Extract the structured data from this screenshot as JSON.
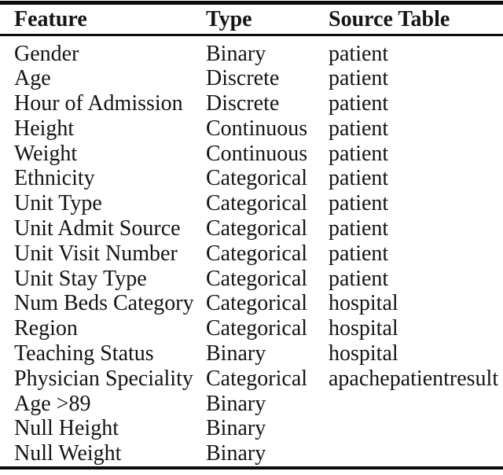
{
  "page": {
    "background": "#ffffff",
    "text_color": "#141414",
    "rule_color": "#0b0b0b"
  },
  "table": {
    "columns": [
      "Feature",
      "Type",
      "Source Table"
    ],
    "rows": [
      [
        "Gender",
        "Binary",
        "patient"
      ],
      [
        "Age",
        "Discrete",
        "patient"
      ],
      [
        "Hour of Admission",
        "Discrete",
        "patient"
      ],
      [
        "Height",
        "Continuous",
        "patient"
      ],
      [
        "Weight",
        "Continuous",
        "patient"
      ],
      [
        "Ethnicity",
        "Categorical",
        "patient"
      ],
      [
        "Unit Type",
        "Categorical",
        "patient"
      ],
      [
        "Unit Admit Source",
        "Categorical",
        "patient"
      ],
      [
        "Unit Visit Number",
        "Categorical",
        "patient"
      ],
      [
        "Unit Stay Type",
        "Categorical",
        "patient"
      ],
      [
        "Num Beds Category",
        "Categorical",
        "hospital"
      ],
      [
        "Region",
        "Categorical",
        "hospital"
      ],
      [
        "Teaching Status",
        "Binary",
        "hospital"
      ],
      [
        "Physician Speciality",
        "Categorical",
        "apachepatientresult"
      ],
      [
        "Age >89",
        "Binary",
        ""
      ],
      [
        "Null Height",
        "Binary",
        ""
      ],
      [
        "Null Weight",
        "Binary",
        ""
      ]
    ]
  }
}
